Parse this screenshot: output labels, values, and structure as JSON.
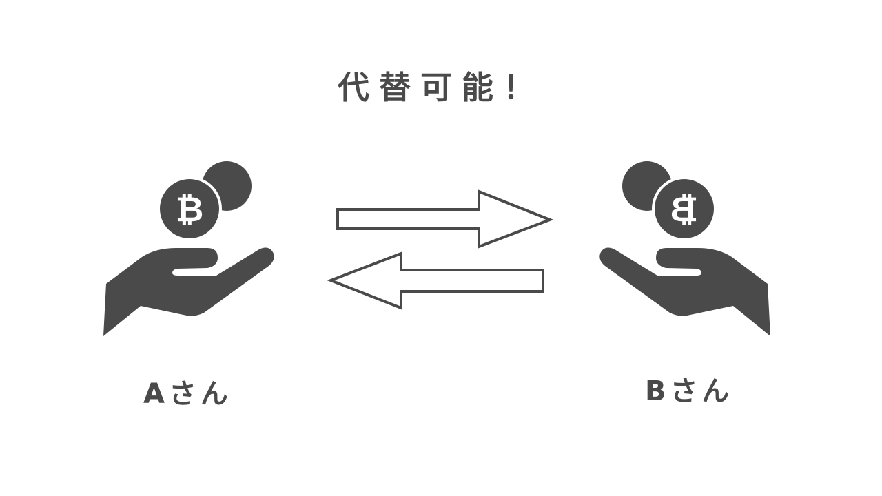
{
  "title": "代替可能！",
  "person_a": {
    "label": "Aさん",
    "coin_symbol": "₿"
  },
  "person_b": {
    "label": "Bさん",
    "coin_symbol": "₿"
  },
  "arrows": {
    "top_direction": "right",
    "bottom_direction": "left"
  },
  "colors": {
    "icon": "#4a4a4a",
    "text": "#4a4a4a",
    "background": "#ffffff",
    "arrow_stroke": "#4a4a4a"
  }
}
